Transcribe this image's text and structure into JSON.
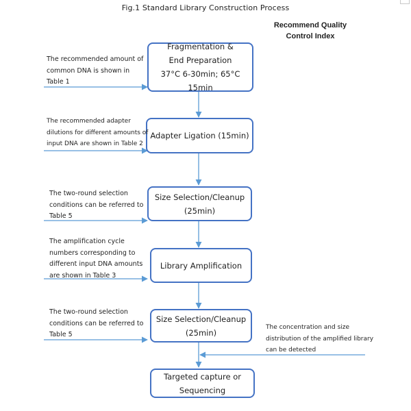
{
  "title": "Fig.1 Standard Library Construction Process",
  "qc_heading": [
    "Recommend Quality",
    "Control Index"
  ],
  "steps": [
    {
      "lines": [
        "Fragmentation &",
        "End Preparation",
        "37°C 6-30min; 65°C 15min"
      ]
    },
    {
      "lines": [
        "Adapter Ligation (15min)"
      ]
    },
    {
      "lines": [
        "Size Selection/Cleanup",
        "(25min)"
      ]
    },
    {
      "lines": [
        "Library Amplification"
      ]
    },
    {
      "lines": [
        "Size Selection/Cleanup",
        "(25min)"
      ]
    },
    {
      "lines": [
        "Targeted capture or",
        "Sequencing"
      ]
    }
  ],
  "notes": [
    {
      "lines": [
        "The recommended amount of",
        "common DNA is shown in",
        "Table 1"
      ]
    },
    {
      "lines": [
        "The recommended adapter",
        "dilutions for different amounts of",
        "input DNA are shown in Table 2"
      ]
    },
    {
      "lines": [
        "The two-round selection",
        "conditions can be referred to",
        "Table 5"
      ]
    },
    {
      "lines": [
        "The amplification cycle",
        "numbers corresponding to",
        "different input DNA amounts",
        "are shown in Table 3"
      ]
    },
    {
      "lines": [
        "The two-round selection",
        "conditions can be referred to",
        "Table 5"
      ]
    }
  ],
  "qc_note": {
    "lines": [
      "The concentration and size",
      "distribution of the amplified library",
      "can be detected"
    ]
  },
  "colors": {
    "box_border": "#4472c4",
    "arrow": "#5b9bd5"
  }
}
